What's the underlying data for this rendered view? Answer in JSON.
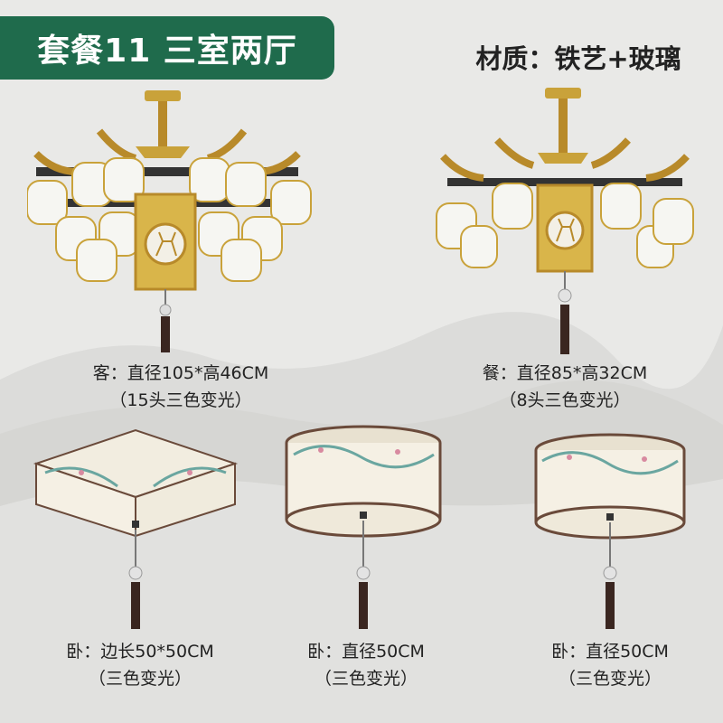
{
  "badge": {
    "text": "套餐11 三室两厅",
    "color": "#1f6b4c"
  },
  "material": {
    "text": "材质：铁艺+玻璃"
  },
  "products": [
    {
      "id": "living",
      "icon": "chandelier-15-head-icon",
      "line1": "客：直径105*高46CM",
      "line2": "（15头三色变光）"
    },
    {
      "id": "dining",
      "icon": "chandelier-8-head-icon",
      "line1": "餐：直径85*高32CM",
      "line2": "（8头三色变光）"
    },
    {
      "id": "bed1",
      "icon": "square-ceiling-lamp-icon",
      "line1": "卧：边长50*50CM",
      "line2": "（三色变光）"
    },
    {
      "id": "bed2",
      "icon": "round-ceiling-lamp-icon",
      "line1": "卧：直径50CM",
      "line2": "（三色变光）"
    },
    {
      "id": "bed3",
      "icon": "round-ceiling-lamp-icon",
      "line1": "卧：直径50CM",
      "line2": "（三色变光）"
    }
  ]
}
